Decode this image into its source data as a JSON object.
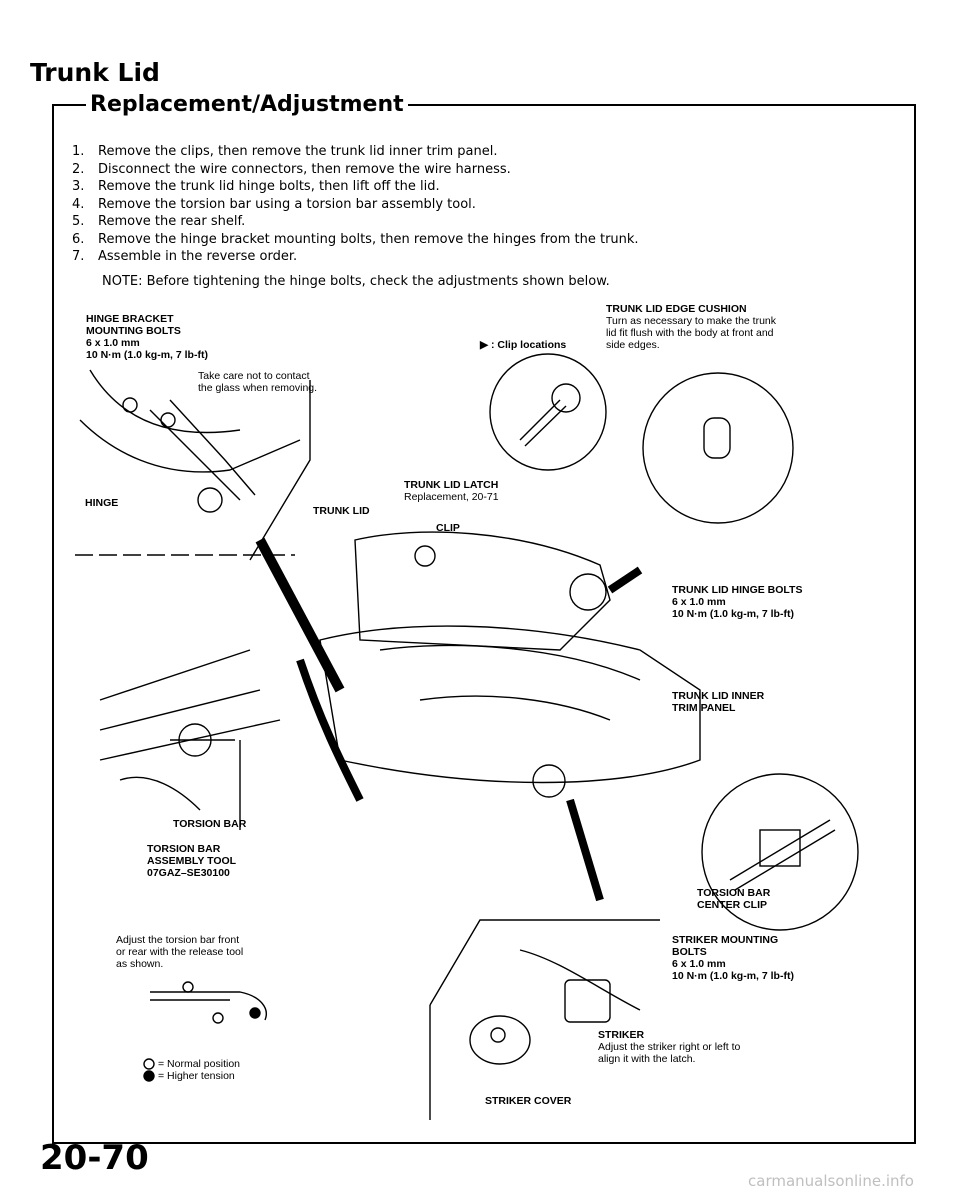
{
  "title": "Trunk Lid",
  "section": "Replacement/Adjustment",
  "steps": [
    {
      "num": "1.",
      "text": "Remove the clips, then remove the trunk lid inner trim panel."
    },
    {
      "num": "2.",
      "text": "Disconnect the wire connectors, then remove the wire harness."
    },
    {
      "num": "3.",
      "text": "Remove the trunk lid hinge bolts, then lift off the lid."
    },
    {
      "num": "4.",
      "text": "Remove the torsion bar using a torsion bar assembly tool."
    },
    {
      "num": "5.",
      "text": "Remove the rear shelf."
    },
    {
      "num": "6.",
      "text": "Remove the hinge bracket mounting bolts, then remove the hinges from the trunk."
    },
    {
      "num": "7.",
      "text": "Assemble in the reverse order."
    }
  ],
  "note": "NOTE:  Before tightening the hinge bolts, check the adjustments shown below.",
  "labels": {
    "hinge_bracket": [
      "HINGE BRACKET",
      "MOUNTING BOLTS",
      "6 x 1.0 mm",
      "10 N·m (1.0 kg-m, 7 lb-ft)"
    ],
    "glass_note": [
      "Take care not to contact",
      "the glass when removing."
    ],
    "hinge": "HINGE",
    "clip_locations": "▶ : Clip locations",
    "edge_cushion_title": "TRUNK LID EDGE CUSHION",
    "edge_cushion_text": [
      "Turn as necessary to make the trunk",
      "lid fit flush with the body at front and",
      "side edges."
    ],
    "latch_title": "TRUNK LID LATCH",
    "latch_ref": "Replacement, 20-71",
    "trunk_lid": "TRUNK LID",
    "clip": "CLIP",
    "hinge_bolts": [
      "TRUNK LID HINGE BOLTS",
      "6 x 1.0 mm",
      "10 N·m (1.0 kg-m, 7 lb-ft)"
    ],
    "inner_trim": [
      "TRUNK LID INNER",
      "TRIM PANEL"
    ],
    "torsion_bar": "TORSION BAR",
    "torsion_tool": [
      "TORSION BAR",
      "ASSEMBLY TOOL",
      "07GAZ–SE30100"
    ],
    "center_clip": [
      "TORSION BAR",
      "CENTER CLIP"
    ],
    "adjust_text": [
      "Adjust the torsion bar front",
      "or rear with the release tool",
      "as shown."
    ],
    "legend_normal": "= Normal position",
    "legend_higher": "= Higher tension",
    "striker_bolts": [
      "STRIKER MOUNTING",
      "BOLTS",
      "6 x 1.0 mm",
      "10 N·m (1.0 kg-m, 7 lb-ft)"
    ],
    "striker": "STRIKER",
    "striker_text": [
      "Adjust the striker right or left to",
      "align it with the latch."
    ],
    "striker_cover": "STRIKER COVER"
  },
  "page_number": "20-70",
  "footer": "carmanualsonline.info"
}
